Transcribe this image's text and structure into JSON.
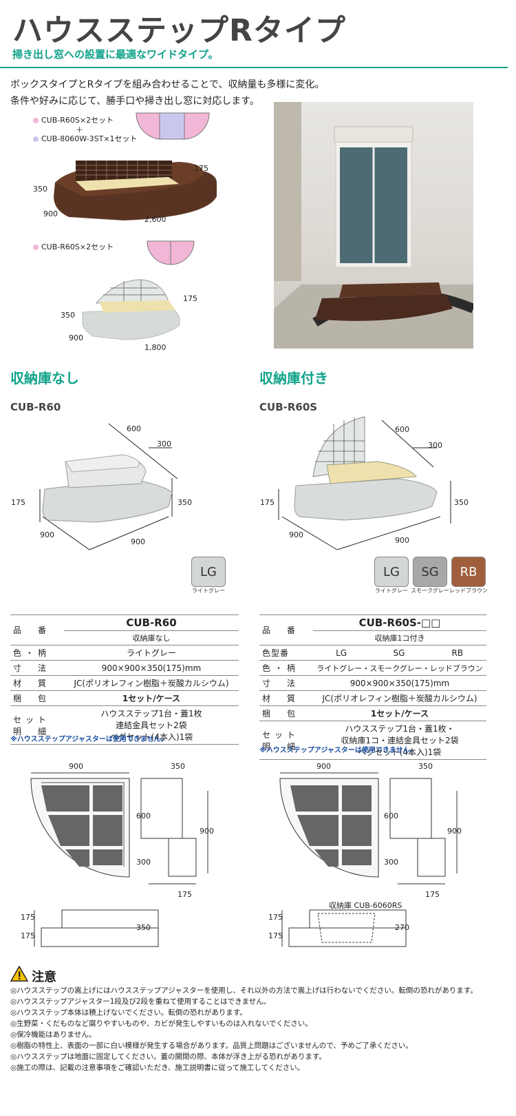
{
  "header": {
    "title": "ハウスステップRタイプ",
    "subtitle": "掃き出し窓への設置に最適なワイドタイプ。"
  },
  "intro": {
    "line1": "ボックスタイプとRタイプを組み合わせることで、収納量も多様に変化。",
    "line2": "条件や好みに応じて、勝手口や掃き出し窓に対応します。"
  },
  "combo1": {
    "item1": "CUB-R60S×2セット",
    "plus": "＋",
    "item2": "CUB-8060W-3ST×1セット",
    "dims": {
      "h": "175",
      "depth": "350",
      "width_left": "900",
      "length": "2,600"
    }
  },
  "combo2": {
    "item1": "CUB-R60S×2セット",
    "dims": {
      "h": "175",
      "depth": "350",
      "width_left": "900",
      "length": "1,800"
    }
  },
  "left": {
    "heading": "収納庫なし",
    "model": "CUB-R60",
    "dims": {
      "a": "600",
      "b": "300",
      "c": "175",
      "d": "350",
      "e": "900",
      "f": "900"
    },
    "colors": [
      {
        "code": "LG",
        "label": "ライトグレー",
        "hex": "#d3d7d4"
      }
    ],
    "spec": {
      "hinban_label": "品　番",
      "hinban": "CUB-R60",
      "hinban_sub": "収納庫なし",
      "rows": [
        {
          "k": "色・柄",
          "v": "ライトグレー"
        },
        {
          "k": "寸　法",
          "v": "900×900×350(175)mm"
        },
        {
          "k": "材　質",
          "v": "JC(ポリオレフィン樹脂＋炭酸カルシウム)"
        },
        {
          "k": "梱　包",
          "v": "1セット/ケース"
        }
      ],
      "set_label1": "セット",
      "set_label2": "明　細",
      "set_lines": [
        "ハウスステップ1台・蓋1枚",
        "連結金具セット2袋",
        "ペグセット(4本入)1袋"
      ],
      "warn": "※ハウスステップアジャスターは使用できません。"
    },
    "plan": {
      "w": "900",
      "w2": "350",
      "h1": "600",
      "h2": "900",
      "h3": "300",
      "h4": "175"
    },
    "section": {
      "a": "175",
      "b": "175",
      "c": "350"
    }
  },
  "right": {
    "heading": "収納庫付き",
    "model": "CUB-R60S",
    "dims": {
      "a": "600",
      "b": "300",
      "c": "175",
      "d": "350",
      "e": "900",
      "f": "900"
    },
    "colors": [
      {
        "code": "LG",
        "label": "ライトグレー",
        "hex": "#d3d7d4"
      },
      {
        "code": "SG",
        "label": "スモークグレー",
        "hex": "#a9a8a6"
      },
      {
        "code": "RB",
        "label": "レッドブラウン",
        "hex": "#a15e3c"
      }
    ],
    "spec": {
      "hinban_label": "品　番",
      "hinban": "CUB-R60S-□□",
      "hinban_sub": "収納庫1コ付き",
      "color_code_label": "色型番",
      "color_codes": [
        "LG",
        "SG",
        "RB"
      ],
      "rows": [
        {
          "k": "色・柄",
          "v": "ライトグレー・スモークグレー・レッドブラウン"
        },
        {
          "k": "寸　法",
          "v": "900×900×350(175)mm"
        },
        {
          "k": "材　質",
          "v": "JC(ポリオレフィン樹脂＋炭酸カルシウム)"
        },
        {
          "k": "梱　包",
          "v": "1セット/ケース"
        }
      ],
      "set_label1": "セット",
      "set_label2": "明　細",
      "set_lines": [
        "ハウスステップ1台・蓋1枚・",
        "収納庫1コ・連結金具セット2袋",
        "ペグセット(4本入)1袋"
      ],
      "warn": "※ハウスステップアジャスターは使用できません。"
    },
    "plan": {
      "w": "900",
      "w2": "350",
      "h1": "600",
      "h2": "900",
      "h3": "300",
      "h4": "175"
    },
    "section": {
      "label": "収納庫 CUB-6060RS",
      "a": "175",
      "b": "175",
      "c": "270"
    }
  },
  "caution": {
    "title": "注意",
    "items": [
      "◎ハウスステップの嵩上げにはハウスステップアジャスターを使用し、それ以外の方法で嵩上げは行わないでください。転倒の恐れがあります。",
      "◎ハウスステップアジャスター1段及び2段を重ねて使用することはできません。",
      "◎ハウスステップ本体は積上げないでください。転倒の恐れがあります。",
      "◎生野菜・くだものなど腐りやすいものや、カビが発生しやすいものは入れないでください。",
      "◎保冷機能はありません。",
      "◎樹脂の特性上、表面の一部に白い模様が発生する場合があります。品質上問題はございませんので、予めご了承ください。",
      "◎ハウスステップは地面に固定してください。蓋の開閉の際、本体が浮き上がる恐れがあります。",
      "◎施工の際は、記載の注意事項をご確認いただき、施工説明書に従って施工してください。"
    ]
  }
}
